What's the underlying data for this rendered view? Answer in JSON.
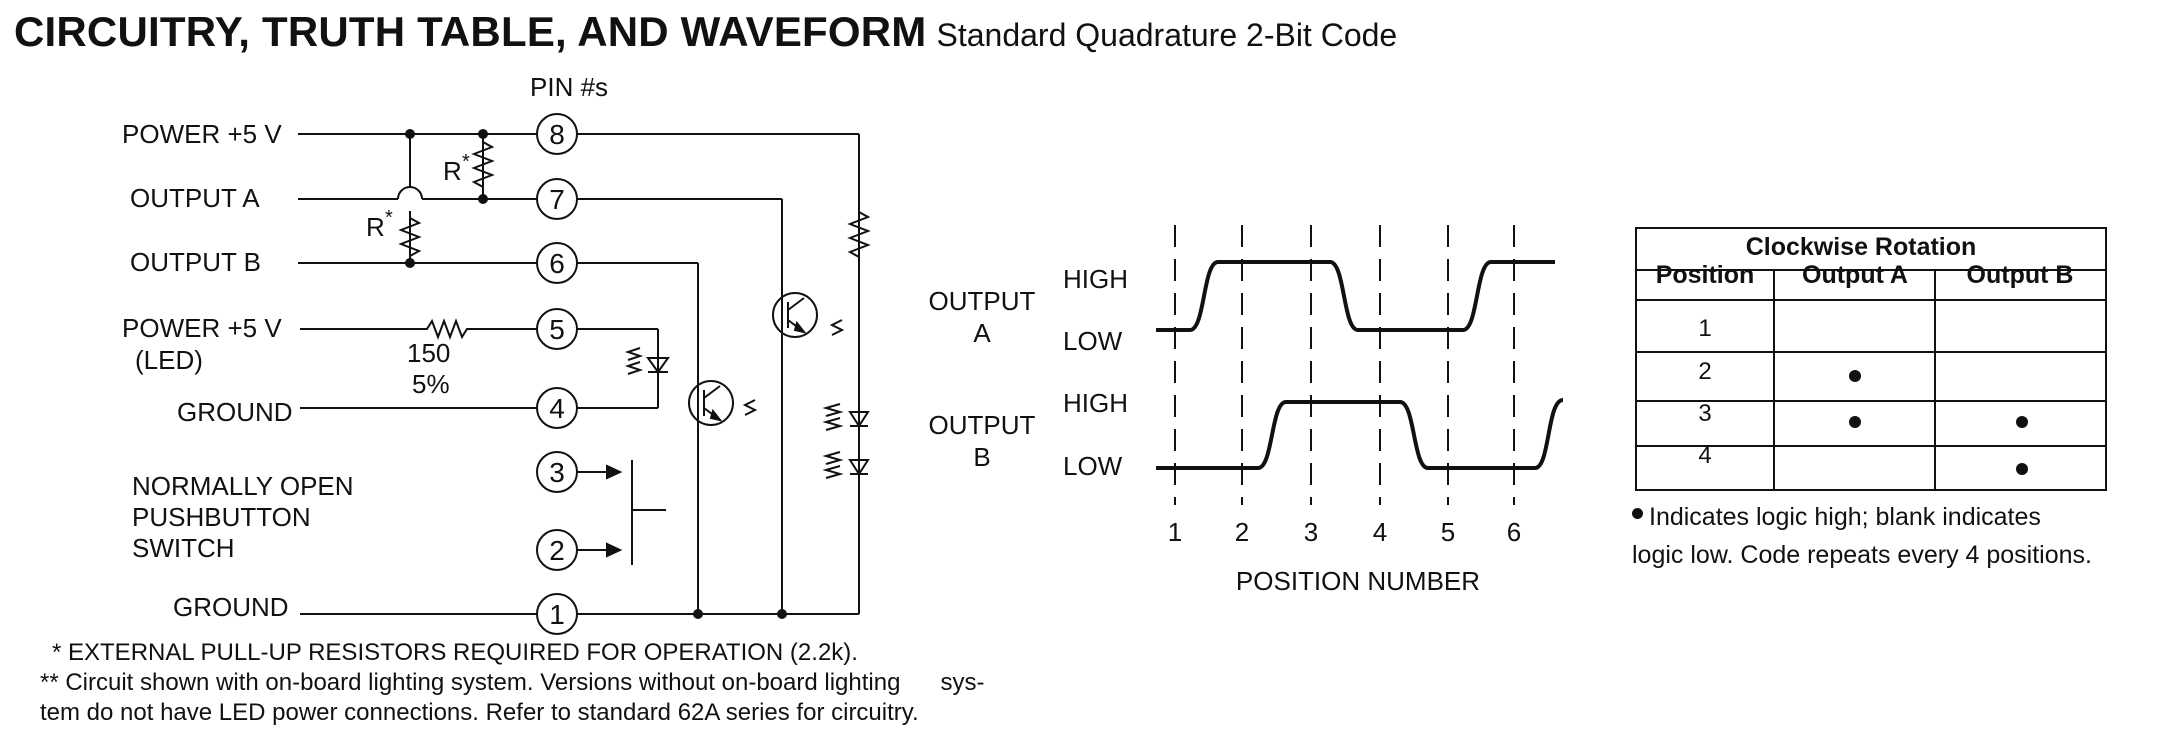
{
  "title": "CIRCUITRY, TRUTH TABLE, AND WAVEFORM",
  "subtitle": "Standard Quadrature 2-Bit Code",
  "circuit": {
    "pin_header": "PIN #s",
    "labels": {
      "power5v": "POWER +5 V",
      "output_a": "OUTPUT A",
      "output_b": "OUTPUT B",
      "power_led_1": "POWER +5 V",
      "power_led_2": "(LED)",
      "ground_4": "GROUND",
      "switch_1": "NORMALLY OPEN",
      "switch_2": "PUSHBUTTON",
      "switch_3": "SWITCH",
      "ground_1": "GROUND",
      "r_star": "R",
      "star": "*",
      "led_res_value": "150",
      "led_res_tol": "5%"
    },
    "pins": [
      "8",
      "7",
      "6",
      "5",
      "4",
      "3",
      "2",
      "1"
    ]
  },
  "waveform": {
    "output_a_1": "OUTPUT",
    "output_a_2": "A",
    "output_b_1": "OUTPUT",
    "output_b_2": "B",
    "high": "HIGH",
    "low": "LOW",
    "positions": [
      "1",
      "2",
      "3",
      "4",
      "5",
      "6"
    ],
    "xlabel": "POSITION NUMBER"
  },
  "truth_table": {
    "title": "Clockwise Rotation",
    "headers": [
      "Position",
      "Output A",
      "Output B"
    ],
    "rows": [
      {
        "position": "1",
        "a": false,
        "b": false
      },
      {
        "position": "2",
        "a": true,
        "b": false
      },
      {
        "position": "3",
        "a": true,
        "b": true
      },
      {
        "position": "4",
        "a": false,
        "b": true
      }
    ]
  },
  "caption": {
    "line1": "Indicates logic high; blank indicates",
    "line2": "logic low. Code repeats every 4 positions."
  },
  "footnotes": {
    "line1": "* EXTERNAL PULL-UP RESISTORS REQUIRED FOR OPERATION (2.2k).",
    "line2": "** Circuit shown with on-board lighting system. Versions without on-board lighting",
    "line2_tail": "sys-",
    "line3": "tem do not have LED power connections. Refer to standard 62A series for circuitry."
  }
}
